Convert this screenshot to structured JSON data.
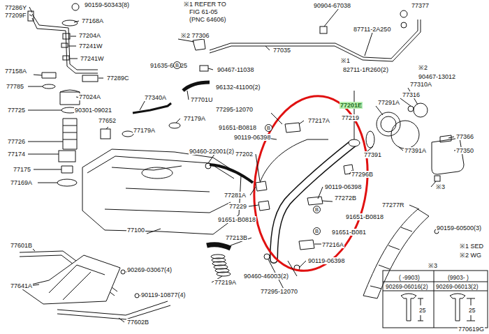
{
  "diagram": {
    "labels": [
      "77286Y",
      "77209F",
      "90159-50343(8)",
      "77168A",
      "77204A",
      "77241W",
      "77241W",
      "77158A",
      "77289C",
      "77785",
      "77024A",
      "77725",
      "90301-09021",
      "77726",
      "77174",
      "77175",
      "77169A",
      "77652",
      "77340A",
      "77179A",
      "77179A",
      "77701U",
      "96132-41100(2)",
      "91635-60625",
      "90467-11038",
      "※1 REFER TO",
      "FIG 61-05",
      "(PNC 64606)",
      "※2 77306",
      "77035",
      "90904-67038",
      "87711-2A250",
      "※1",
      "82711-1R260(2)",
      "77377",
      "※2",
      "90467-13012",
      "77201E",
      "77219",
      "77291A",
      "77310A",
      "77316",
      "77391",
      "77391A",
      "77366",
      "77350",
      "※3",
      "77295-12070",
      "77217A",
      "91651-B0818",
      "90119-06398",
      "77202",
      "77296B",
      "90119-06398",
      "77272B",
      "91651-B0818",
      "77281A",
      "77229",
      "91651-B0818",
      "91651-B081",
      "77216A",
      "77213B",
      "90119-06398",
      "90460-46003(2)",
      "77219A",
      "77295-12070",
      "90460-22001(2)",
      "77100",
      "77601B",
      "90269-03067(4)",
      "77641A",
      "90119-10877(4)",
      "77602B",
      "77277R",
      "90159-60500(3)",
      "※1 SED",
      "※2 WG",
      "※3",
      "( -9903)",
      "(9903- )",
      "90269-06016(2)",
      "90269-06013(2)",
      "25",
      "25",
      "770619G",
      "B",
      "B",
      "B",
      "B"
    ]
  }
}
